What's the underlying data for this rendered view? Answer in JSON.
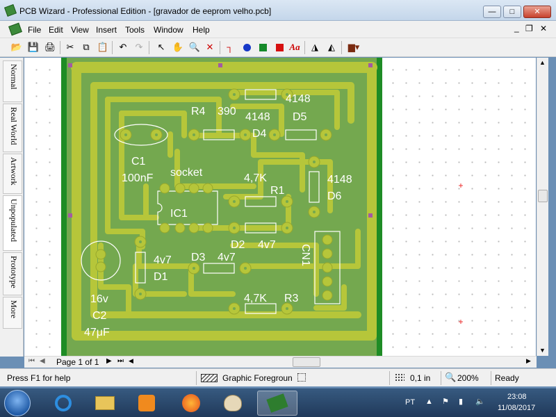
{
  "window": {
    "title": "PCB Wizard - Professional Edition - [gravador de eeprom velho.pcb]",
    "minimize": "—",
    "maximize": "□",
    "close": "✕"
  },
  "menu": {
    "items": [
      "File",
      "Edit",
      "View",
      "Insert",
      "Tools",
      "Window",
      "Help"
    ],
    "doc_minimize": "_",
    "doc_restore": "❐",
    "doc_close": "✕"
  },
  "toolbar": {
    "icons": [
      "open-icon",
      "save-icon",
      "print-icon",
      "cut-icon",
      "copy-icon",
      "paste-icon",
      "undo-icon",
      "redo-icon",
      "select-icon",
      "pan-icon",
      "zoom-icon",
      "delete-icon",
      "track-icon",
      "pad-icon",
      "square-pad-icon",
      "rectangle-icon",
      "text-icon",
      "mirror-icon",
      "rotate-icon",
      "component-icon"
    ],
    "text_tool_label": "Aa"
  },
  "side_tabs": [
    "Normal",
    "Real World",
    "Artwork",
    "Unpopulated",
    "Prototype",
    "More"
  ],
  "pcb": {
    "labels": [
      "R4",
      "390",
      "4148",
      "D4",
      "4148",
      "D5",
      "C1",
      "100nF",
      "socket",
      "4,7K",
      "R1",
      "4148",
      "D6",
      "IC1",
      "D2",
      "4v7",
      "CN1",
      "D3",
      "4v7",
      "4v7",
      "D1",
      "16v",
      "C2",
      "47μF",
      "4,7K",
      "R3"
    ]
  },
  "pager": {
    "label": "Page 1 of 1"
  },
  "status": {
    "help": "Press F1 for help",
    "layer": "Graphic Foregroun",
    "grid": "0,1 in",
    "zoom": "200%",
    "state": "Ready"
  },
  "taskbar": {
    "lang": "PT",
    "time": "23:08",
    "date": "11/08/2017"
  },
  "colors": {
    "board_bg": "#74a84f",
    "copper": "#b6c63a",
    "edge": "#1e8c25",
    "corner_marker": "#a45aa4"
  }
}
